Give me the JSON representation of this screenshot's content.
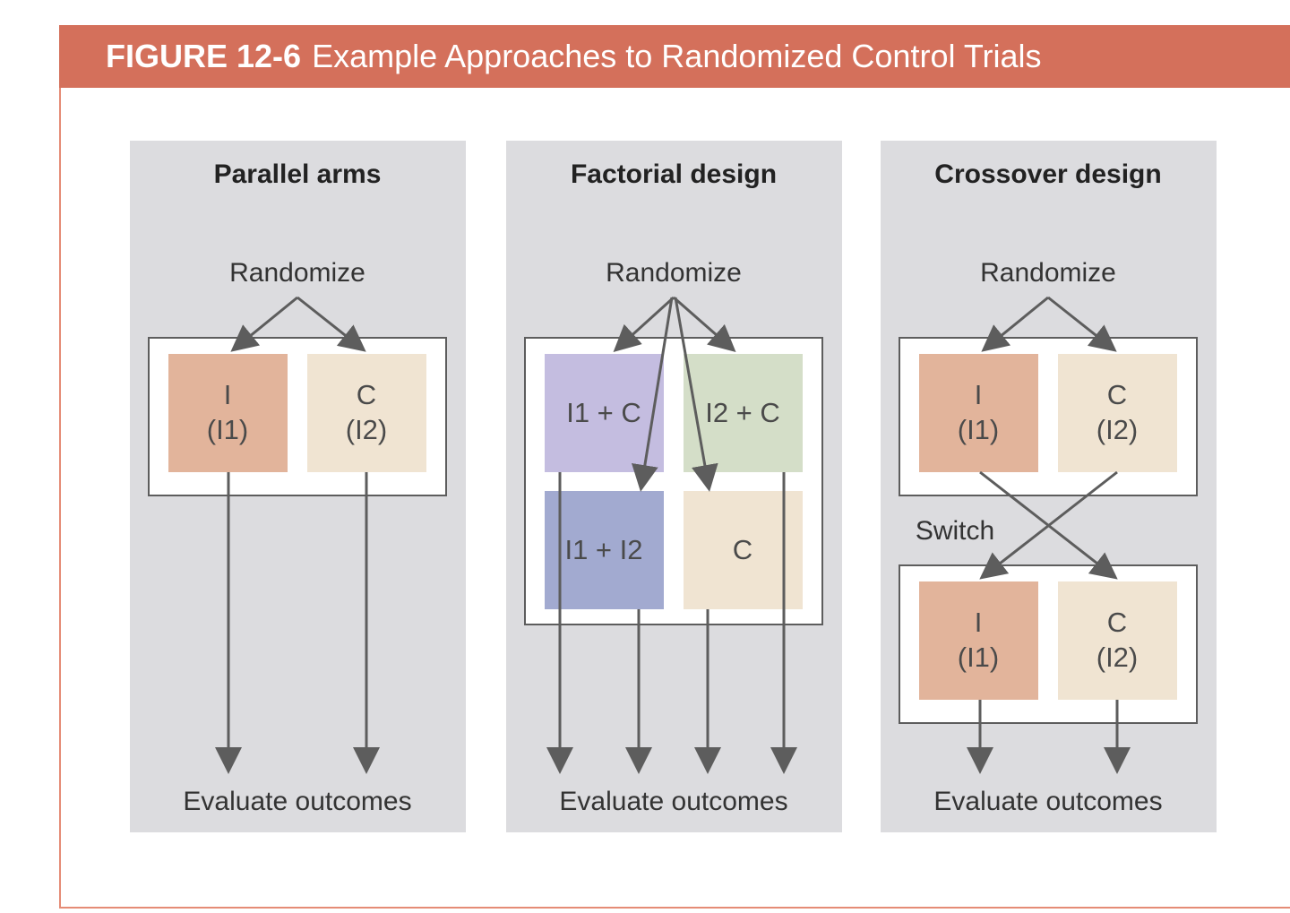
{
  "figure": {
    "number": "FIGURE 12-6",
    "title": "Example Approaches to Randomized Control Trials"
  },
  "colors": {
    "title_bar": "#d4705b",
    "frame_border": "#e58c76",
    "panel_bg": "#dcdcdf",
    "intervention": "#e2b49b",
    "control": "#f0e4d2",
    "i1_plus_c": "#c4bde0",
    "i2_plus_c": "#d4dec8",
    "i1_plus_i2": "#a2aad0",
    "arrow": "#5d5d5d"
  },
  "panels": [
    {
      "title": "Parallel arms",
      "randomize": "Randomize",
      "boxes": [
        {
          "line1": "I",
          "line2": "(I1)"
        },
        {
          "line1": "C",
          "line2": "(I2)"
        }
      ],
      "outcome": "Evaluate outcomes"
    },
    {
      "title": "Factorial design",
      "randomize": "Randomize",
      "boxes": [
        {
          "label": "I1 + C"
        },
        {
          "label": "I2 + C"
        },
        {
          "label": "I1 + I2"
        },
        {
          "label": "C"
        }
      ],
      "outcome": "Evaluate outcomes"
    },
    {
      "title": "Crossover design",
      "randomize": "Randomize",
      "switch": "Switch",
      "boxes_top": [
        {
          "line1": "I",
          "line2": "(I1)"
        },
        {
          "line1": "C",
          "line2": "(I2)"
        }
      ],
      "boxes_bottom": [
        {
          "line1": "I",
          "line2": "(I1)"
        },
        {
          "line1": "C",
          "line2": "(I2)"
        }
      ],
      "outcome": "Evaluate outcomes"
    }
  ]
}
